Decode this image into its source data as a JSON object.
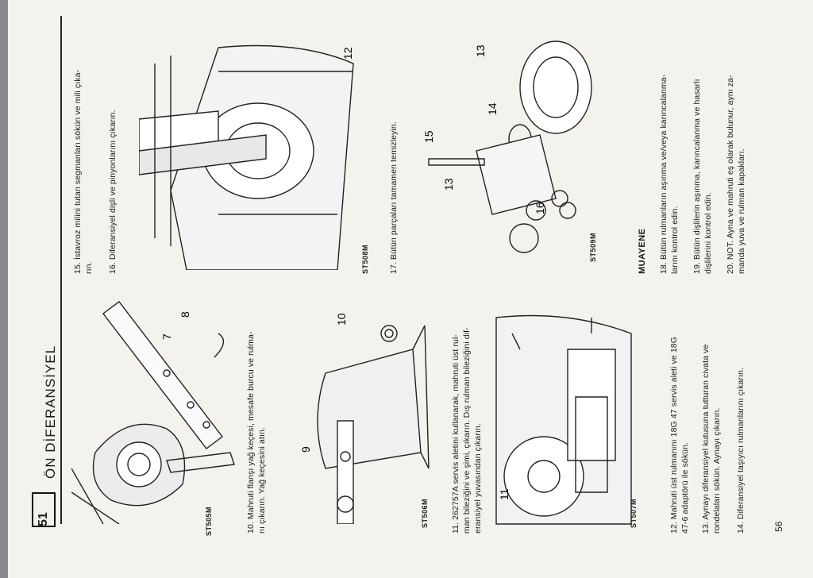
{
  "page": {
    "chapter_number": "51",
    "chapter_title": "ÖN DİFERANSİYEL",
    "page_number": "56"
  },
  "figures": [
    {
      "code": "ST505M",
      "callouts": [
        "7",
        "8"
      ]
    },
    {
      "code": "ST506M",
      "callouts": [
        "9",
        "10"
      ]
    },
    {
      "code": "ST507M",
      "callouts": [
        "11"
      ]
    },
    {
      "code": "ST508M",
      "callouts": [
        "12"
      ]
    },
    {
      "code": "ST509M",
      "callouts": [
        "13",
        "14",
        "15",
        "13",
        "16"
      ]
    }
  ],
  "steps": {
    "s10": [
      "10. Mahruti flanşı yağ keçesi, mesafe burcu ve rulma-",
      "nı çıkarın. Yağ keçesini atın."
    ],
    "s11": [
      "11. 262757A servis aletini kullanarak, mahruti üst rul-",
      "man bileziğini ve şimi, çıkarın. Dış rulman bileziğini dif-",
      "eransiyel yuvasından çıkarın."
    ],
    "s12": [
      "12. Mahruti üst rulmanını 18G 47 servis aleti ve 18G",
      "47-6 adaptörü ile sökün."
    ],
    "s13": [
      "13. Aynayı diferansiyel kutusuna tutturan civata ve",
      "rondelaları sökün. Aynayı çıkarın."
    ],
    "s14": [
      "14. Diferansiyel taşıyıcı rulmanlarını çıkarın."
    ],
    "s15": [
      "15. İstavroz milini tutan segmanları sökün ve mili çıka-",
      "rın."
    ],
    "s16": [
      "16. Diferansiyel dişli ve pinyonlarını çıkarın."
    ],
    "s17": [
      "17. Bütün parçaları tamamen temizleyin."
    ],
    "section": "MUAYENE",
    "s18": [
      "18. Bütün rulmanların aşınma ve/veya karıncalanma-",
      "larını kontrol edin."
    ],
    "s19": [
      "19. Bütün dişlilerin aşınma, karıncalanma ve hasarlı",
      "dişlilerini kontrol edin."
    ],
    "s20": [
      "20. NOT. Ayna ve mahruti eş olarak bulunur, aynı za-",
      "manda yuva ve rulman kapakları."
    ]
  }
}
